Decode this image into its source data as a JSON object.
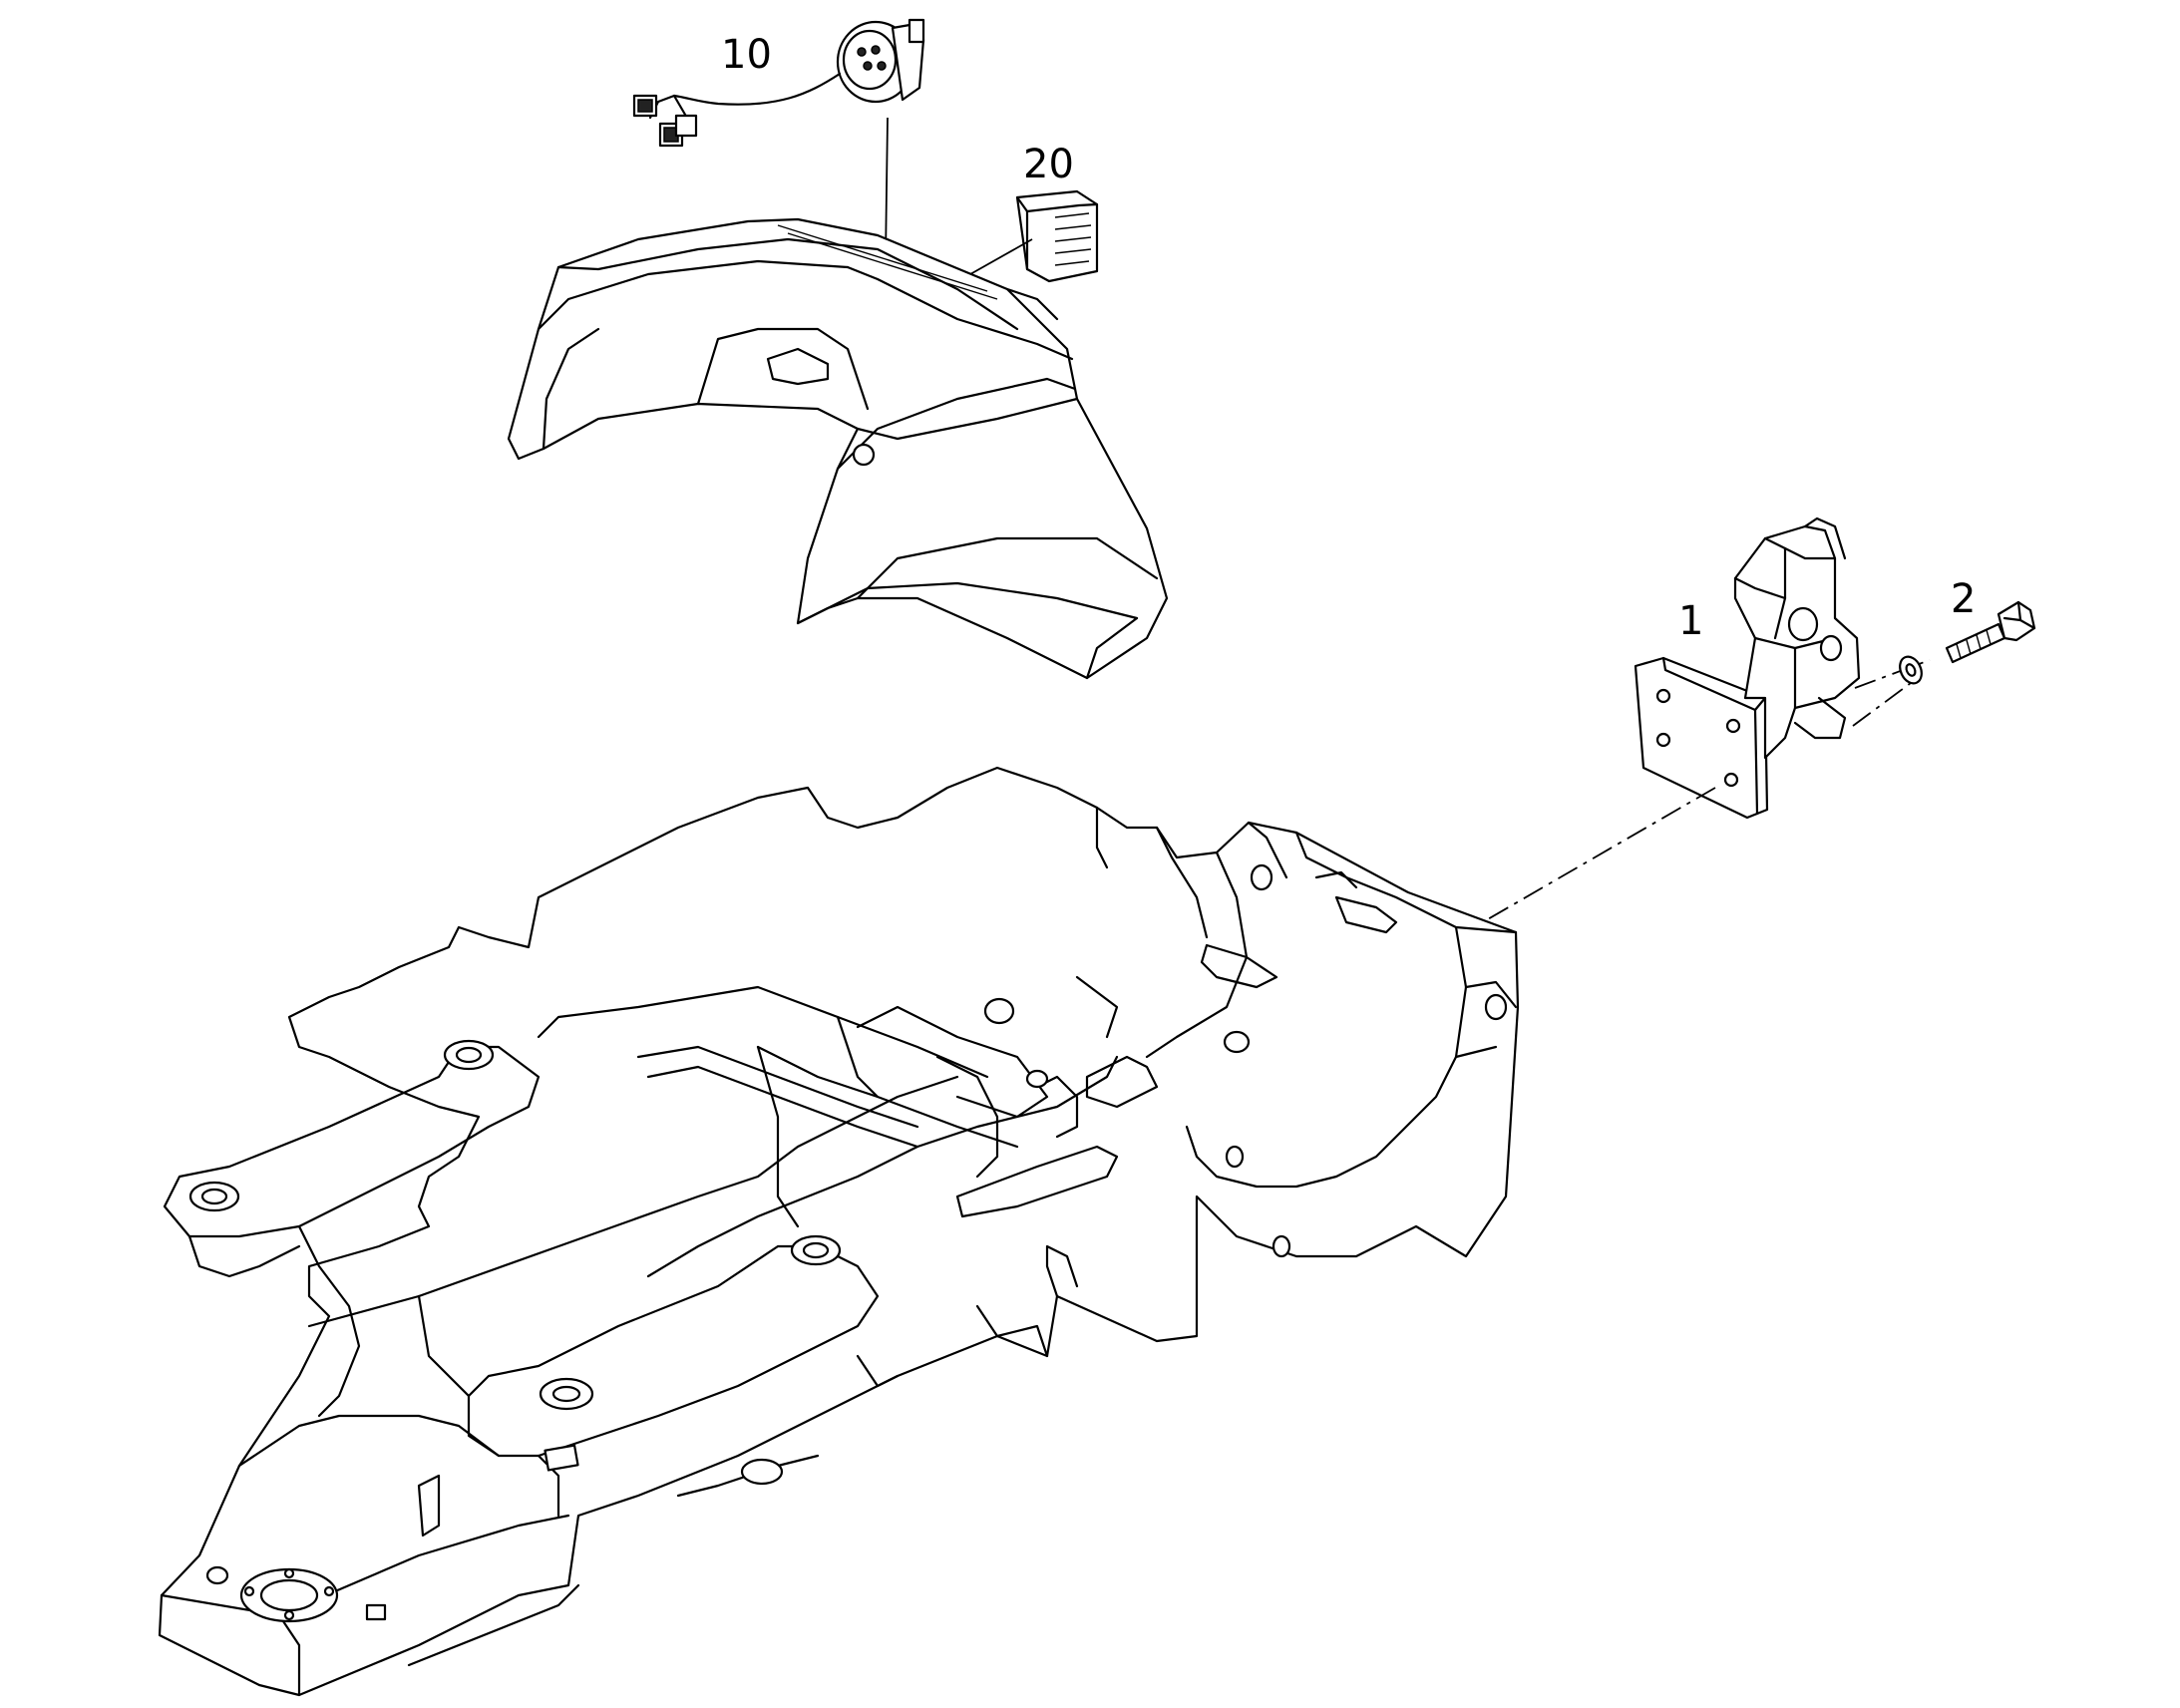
{
  "callouts": {
    "part_1": "1",
    "part_2": "2",
    "part_10": "10",
    "part_20": "20"
  },
  "colors": {
    "line": "#000000",
    "background": "#ffffff"
  }
}
